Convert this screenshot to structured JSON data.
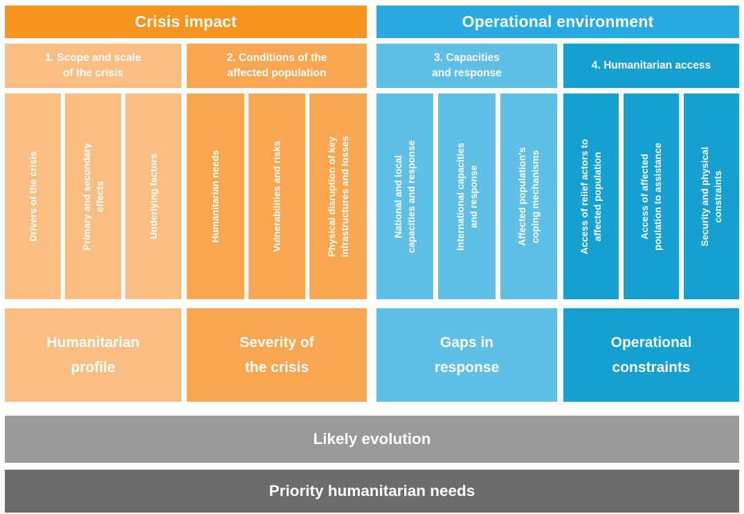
{
  "palette": {
    "orange_header": "#F7941E",
    "orange_light": "#FBBE82",
    "orange_mid": "#F8A750",
    "blue_header": "#29ABE2",
    "blue_light": "#5FBFE4",
    "blue_dark": "#16A0D1",
    "gray_light": "#9A9A9A",
    "gray_dark": "#6B6C6E",
    "text": "#FFFFFF"
  },
  "headers": {
    "crisis_impact": "Crisis impact",
    "operational_environment": "Operational environment"
  },
  "sections": [
    {
      "title": "1. Scope and scale\nof the crisis",
      "columns": [
        "Drivers of the crisis",
        "Primary and secondary\neffects",
        "Underlying factors"
      ],
      "result": "Humanitarian\nprofile"
    },
    {
      "title": "2. Conditions of the\naffected population",
      "columns": [
        "Humanitarian needs",
        "Vulnerabilities and risks",
        "Physical disruption of key\ninfrastructures and losses"
      ],
      "result": "Severity of\nthe crisis"
    },
    {
      "title": "3. Capacities\nand response",
      "columns": [
        "National and local\ncapacities and response",
        "International capacities\nand response",
        "Affected population's\ncoping mechanisms"
      ],
      "result": "Gaps in\nresponse"
    },
    {
      "title": "4. Humanitarian access",
      "columns": [
        "Access of relief actors to\naffected population",
        "Access of affected\npoulation to assistance",
        "Security and physical\nconstraints"
      ],
      "result": "Operational\nconstraints"
    }
  ],
  "footer_rows": [
    "Likely evolution",
    "Priority humanitarian needs"
  ]
}
